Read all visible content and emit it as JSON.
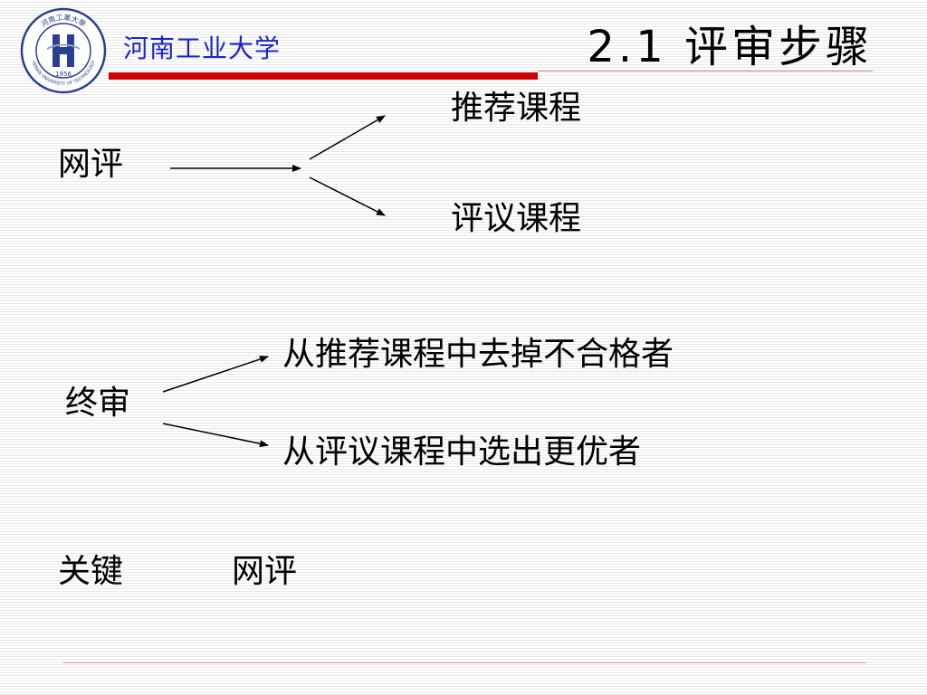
{
  "header": {
    "logo": {
      "top_text": "河南工業大學",
      "year": "1956",
      "bottom_text": "HENAN UNIVERSITY OF TECHNOLOGY"
    },
    "university_name": "河南工业大学",
    "title": "2.1 评审步骤"
  },
  "section1": {
    "source": "网评",
    "branch_top": "推荐课程",
    "branch_bottom": "评议课程"
  },
  "section2": {
    "source": "终审",
    "branch_top": "从推荐课程中去掉不合格者",
    "branch_bottom": "从评议课程中选出更优者"
  },
  "section3": {
    "label": "关键",
    "value": "网评"
  },
  "colors": {
    "university_name": "#1a24c8",
    "header_rule": "#cc0000",
    "logo_blue": "#2a3f8f"
  }
}
